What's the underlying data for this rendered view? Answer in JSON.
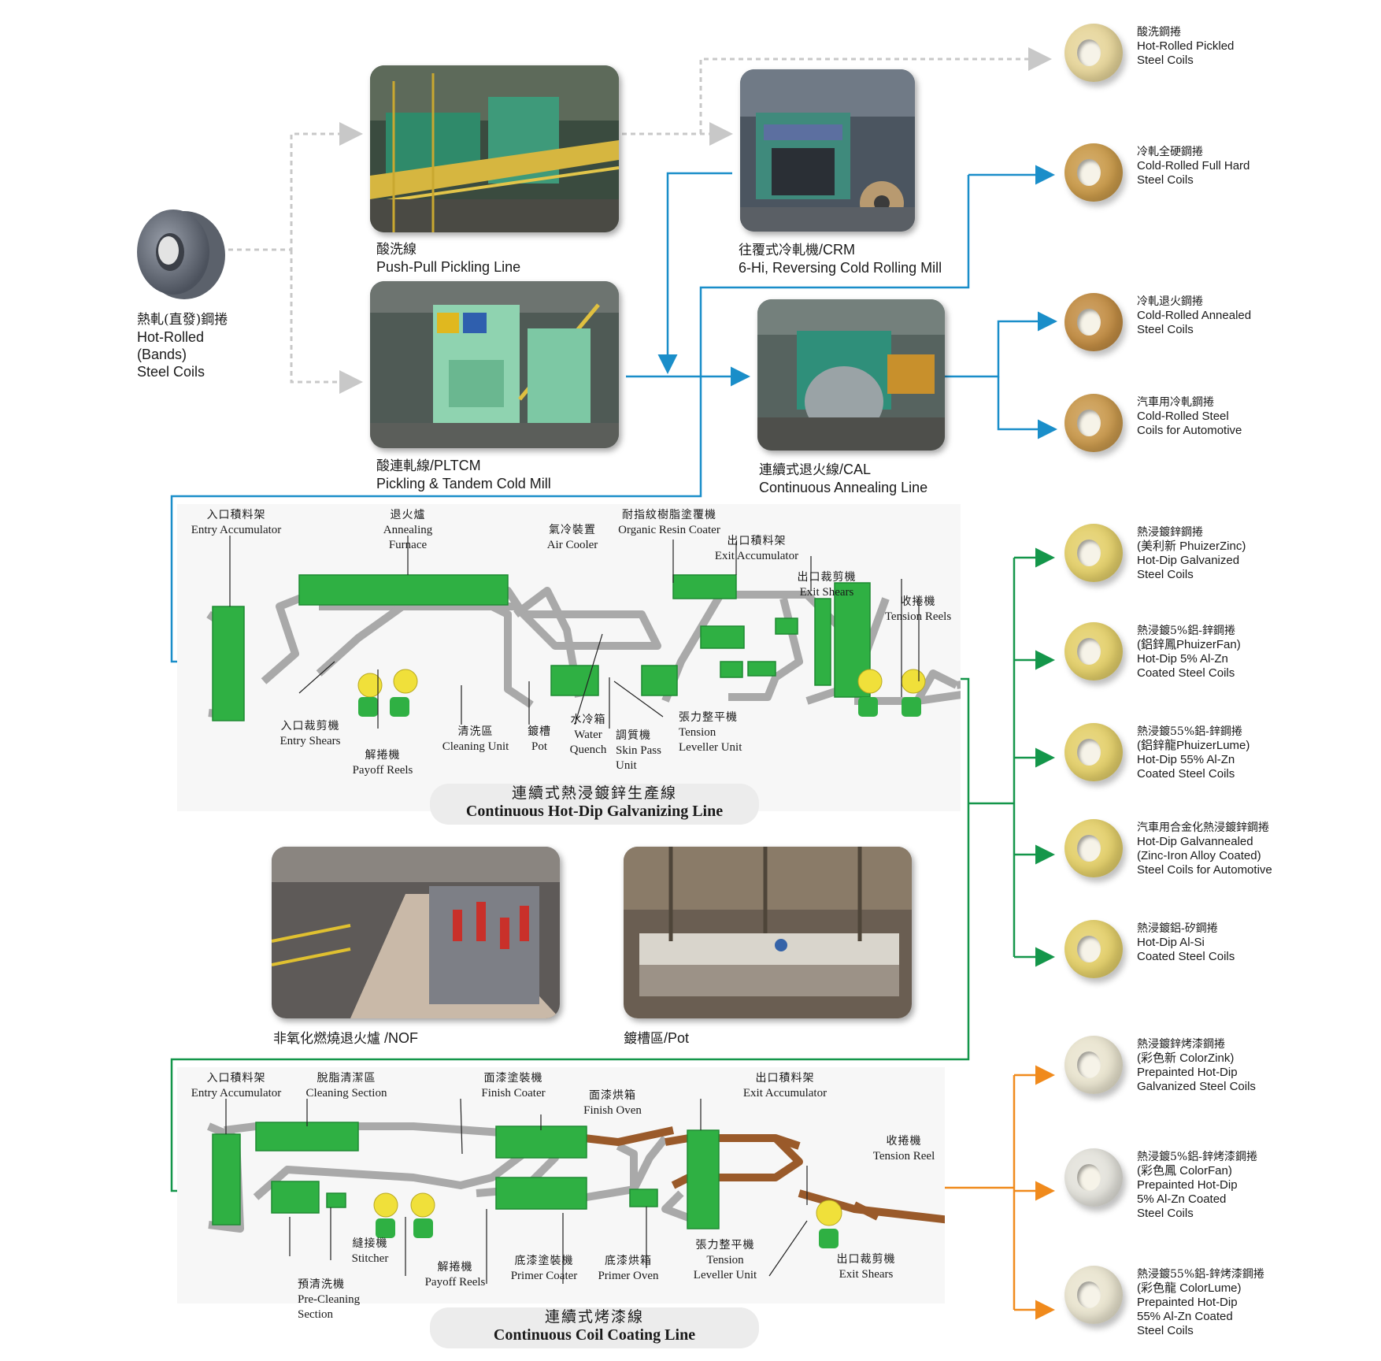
{
  "colors": {
    "dashed_gray": "#c8c8c8",
    "blue": "#1a8ec9",
    "green": "#14964a",
    "orange": "#f08a1c",
    "machine_green": "#2fb043",
    "strip_gray": "#a9a9a9"
  },
  "source": {
    "zh": "熱軋(直發)鋼捲",
    "en_lines": [
      "Hot-Rolled",
      "(Bands)",
      "Steel Coils"
    ]
  },
  "photos": {
    "pickling": {
      "zh": "酸洗線",
      "en": "Push-Pull Pickling Line"
    },
    "pltcm": {
      "zh": "酸連軋線",
      "en": "/PLTCM",
      "en2": "Pickling & Tandem Cold Mill"
    },
    "crm": {
      "zh": "往覆式冷軋機",
      "en": "/CRM",
      "en2": "6-Hi, Reversing Cold Rolling Mill"
    },
    "cal": {
      "zh": "連續式退火線",
      "en": "/CAL",
      "en2": "Continuous Annealing Line"
    },
    "nof": {
      "zh": "非氧化燃燒退火爐",
      "en": " /NOF"
    },
    "pot": {
      "zh": "鍍槽區",
      "en": "/Pot"
    }
  },
  "products": [
    {
      "zh": "酸洗鋼捲",
      "lines": [
        "Hot-Rolled Pickled",
        "Steel Coils"
      ],
      "color": "#e6d59a"
    },
    {
      "zh": "冷軋全硬鋼捲",
      "lines": [
        "Cold-Rolled Full Hard",
        "Steel Coils"
      ],
      "color": "#c99a4a"
    },
    {
      "zh": "冷軋退火鋼捲",
      "lines": [
        "Cold-Rolled Annealed",
        "Steel Coils"
      ],
      "color": "#c28d44"
    },
    {
      "zh": "汽車用冷軋鋼捲",
      "lines": [
        "Cold-Rolled Steel",
        "Coils for Automotive"
      ],
      "color": "#c9994d"
    },
    {
      "zh": "熱浸鍍鋅鋼捲",
      "lines": [
        "(美利新 PhuizerZinc)",
        "Hot-Dip Galvanized",
        "Steel Coils"
      ],
      "color": "#e3cf6a"
    },
    {
      "zh": "熱浸鍍5%鋁-鋅鋼捲",
      "lines": [
        "(鋁鋅鳳PhuizerFan)",
        "Hot-Dip 5% Al-Zn",
        "Coated Steel Coils"
      ],
      "color": "#e3cf6a"
    },
    {
      "zh": "熱浸鍍55%鋁-鋅鋼捲",
      "lines": [
        "(鋁鋅龍PhuizerLume)",
        "Hot-Dip 55% Al-Zn",
        "Coated Steel Coils"
      ],
      "color": "#e3cf6a"
    },
    {
      "zh": "汽車用合金化熱浸鍍鋅鋼捲",
      "lines": [
        "Hot-Dip Galvannealed",
        "(Zinc-Iron Alloy Coated)",
        "Steel Coils for Automotive"
      ],
      "color": "#e3cf6a"
    },
    {
      "zh": "熱浸鍍鋁-矽鋼捲",
      "lines": [
        "Hot-Dip Al-Si",
        "Coated Steel Coils"
      ],
      "color": "#e3cf6a"
    },
    {
      "zh": "熱浸鍍鋅烤漆鋼捲",
      "lines": [
        "(彩色新 ColorZink)",
        "Prepainted Hot-Dip",
        "Galvanized Steel Coils"
      ],
      "color": "#e9e4cf"
    },
    {
      "zh": "熱浸鍍5%鋁-鋅烤漆鋼捲",
      "lines": [
        "(彩色鳳 ColorFan)",
        "Prepainted Hot-Dip",
        "5% Al-Zn Coated",
        "Steel Coils"
      ],
      "color": "#e3e2db"
    },
    {
      "zh": "熱浸鍍55%鋁-鋅烤漆鋼捲",
      "lines": [
        "(彩色龍 ColorLume)",
        "Prepainted Hot-Dip",
        "55% Al-Zn Coated",
        "Steel Coils"
      ],
      "color": "#e9e4cf"
    }
  ],
  "cgl": {
    "title_zh": "連續式熱浸鍍鋅生產線",
    "title_en": "Continuous Hot-Dip Galvanizing Line",
    "labels": [
      {
        "zh": "入口積料架",
        "en": [
          "Entry Accumulator"
        ]
      },
      {
        "zh": "退火爐",
        "en": [
          "Annealing",
          "Furnace"
        ]
      },
      {
        "zh": "氣冷裝置",
        "en": [
          "Air Cooler"
        ]
      },
      {
        "zh": "耐指紋樹脂塗覆機",
        "en": [
          "Organic Resin Coater"
        ]
      },
      {
        "zh": "出口積料架",
        "en": [
          "Exit Accumulator"
        ]
      },
      {
        "zh": "出口裁剪機",
        "en": [
          "Exit Shears"
        ]
      },
      {
        "zh": "收捲機",
        "en": [
          "Tension Reels"
        ]
      },
      {
        "zh": "入口裁剪機",
        "en": [
          "Entry Shears"
        ]
      },
      {
        "zh": "解捲機",
        "en": [
          "Payoff Reels"
        ]
      },
      {
        "zh": "清洗區",
        "en": [
          "Cleaning Unit"
        ]
      },
      {
        "zh": "鍍槽",
        "en": [
          "Pot"
        ]
      },
      {
        "zh": "水冷箱",
        "en": [
          "Water",
          "Quench"
        ]
      },
      {
        "zh": "調質機",
        "en": [
          "Skin Pass",
          "Unit"
        ]
      },
      {
        "zh": "張力整平機",
        "en": [
          "Tension",
          "Leveller Unit"
        ]
      }
    ]
  },
  "ccl": {
    "title_zh": "連續式烤漆線",
    "title_en": "Continuous Coil Coating Line",
    "labels": [
      {
        "zh": "入口積料架",
        "en": [
          "Entry Accumulator"
        ]
      },
      {
        "zh": "脫脂清潔區",
        "en": [
          "Cleaning Section"
        ]
      },
      {
        "zh": "面漆塗裝機",
        "en": [
          "Finish Coater"
        ]
      },
      {
        "zh": "面漆烘箱",
        "en": [
          "Finish Oven"
        ]
      },
      {
        "zh": "出口積料架",
        "en": [
          "Exit Accumulator"
        ]
      },
      {
        "zh": "收捲機",
        "en": [
          "Tension Reel"
        ]
      },
      {
        "zh": "縫接機",
        "en": [
          "Stitcher"
        ]
      },
      {
        "zh": "預清洗機",
        "en": [
          "Pre-Cleaning",
          "Section"
        ]
      },
      {
        "zh": "解捲機",
        "en": [
          "Payoff Reels"
        ]
      },
      {
        "zh": "底漆塗裝機",
        "en": [
          "Primer Coater"
        ]
      },
      {
        "zh": "底漆烘箱",
        "en": [
          "Primer Oven"
        ]
      },
      {
        "zh": "張力整平機",
        "en": [
          "Tension",
          "Leveller Unit"
        ]
      },
      {
        "zh": "出口裁剪機",
        "en": [
          "Exit Shears"
        ]
      }
    ]
  }
}
